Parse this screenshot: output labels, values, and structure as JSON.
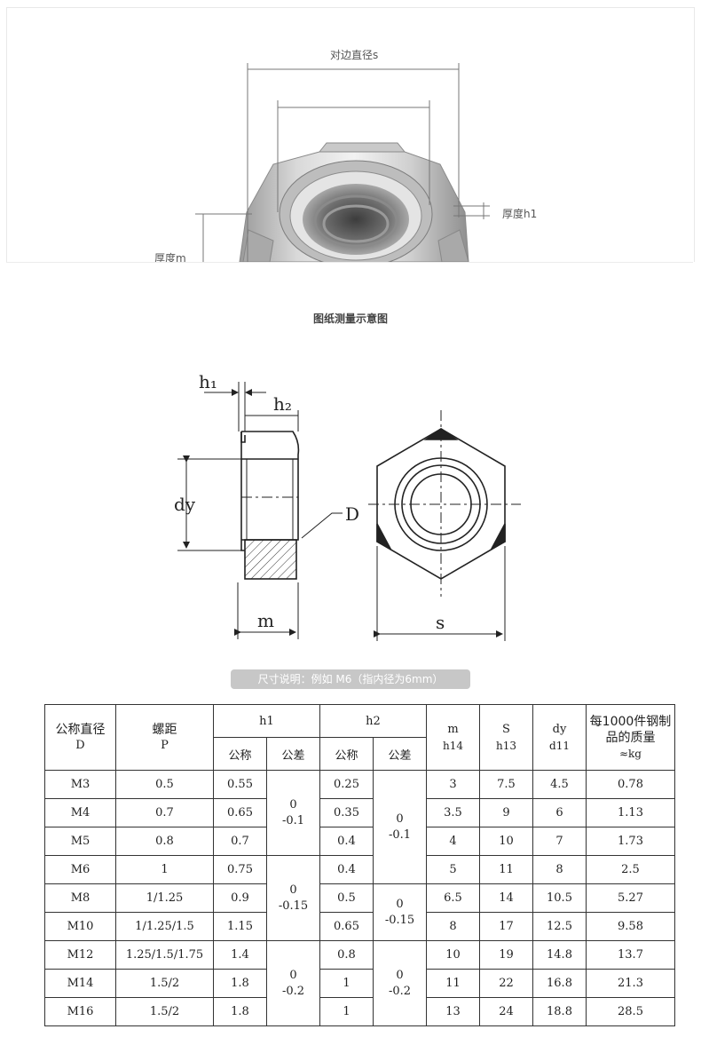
{
  "photo": {
    "label_s": "对边直径s",
    "label_h1": "厚度h1",
    "label_m": "厚度m"
  },
  "drawing_caption": "图纸测量示意图",
  "drawing_labels": {
    "h1": "h₁",
    "h2": "h₂",
    "dy": "dy",
    "D": "D",
    "m": "m",
    "s": "s"
  },
  "size_note": "尺寸说明：例如 M6（指内径为6mm）",
  "table": {
    "header": {
      "d_cn": "公称直径",
      "d": "D",
      "p_cn": "螺距",
      "p": "P",
      "h1": "h1",
      "h2": "h2",
      "nominal": "公称",
      "tolerance": "公差",
      "m": "m",
      "m_tol": "h14",
      "s": "S",
      "s_tol": "h13",
      "dy": "dy",
      "dy_tol": "d11",
      "mass_l1": "每1000件钢制",
      "mass_l2": "品的质量",
      "mass_l3": "≈kg"
    },
    "rows": [
      {
        "d": "M3",
        "p": "0.5",
        "h1": "0.55",
        "h2": "0.25",
        "m": "3",
        "s": "7.5",
        "dy": "4.5",
        "mass": "0.78"
      },
      {
        "d": "M4",
        "p": "0.7",
        "h1": "0.65",
        "h2": "0.35",
        "m": "3.5",
        "s": "9",
        "dy": "6",
        "mass": "1.13"
      },
      {
        "d": "M5",
        "p": "0.8",
        "h1": "0.7",
        "h2": "0.4",
        "m": "4",
        "s": "10",
        "dy": "7",
        "mass": "1.73"
      },
      {
        "d": "M6",
        "p": "1",
        "h1": "0.75",
        "h2": "0.4",
        "m": "5",
        "s": "11",
        "dy": "8",
        "mass": "2.5"
      },
      {
        "d": "M8",
        "p": "1/1.25",
        "h1": "0.9",
        "h2": "0.5",
        "m": "6.5",
        "s": "14",
        "dy": "10.5",
        "mass": "5.27"
      },
      {
        "d": "M10",
        "p": "1/1.25/1.5",
        "h1": "1.15",
        "h2": "0.65",
        "m": "8",
        "s": "17",
        "dy": "12.5",
        "mass": "9.58"
      },
      {
        "d": "M12",
        "p": "1.25/1.5/1.75",
        "h1": "1.4",
        "h2": "0.8",
        "m": "10",
        "s": "19",
        "dy": "14.8",
        "mass": "13.7"
      },
      {
        "d": "M14",
        "p": "1.5/2",
        "h1": "1.8",
        "h2": "1",
        "m": "11",
        "s": "22",
        "dy": "16.8",
        "mass": "21.3"
      },
      {
        "d": "M16",
        "p": "1.5/2",
        "h1": "1.8",
        "h2": "1",
        "m": "13",
        "s": "24",
        "dy": "18.8",
        "mass": "28.5"
      }
    ],
    "h1_tol": [
      {
        "zero": "0",
        "val": "-0.1"
      },
      {
        "zero": "0",
        "val": "-0.15"
      },
      {
        "zero": "0",
        "val": "-0.2"
      }
    ],
    "h2_tol": [
      {
        "zero": "0",
        "val": "-0.1"
      },
      {
        "zero": "0",
        "val": "-0.15"
      },
      {
        "zero": "0",
        "val": "-0.2"
      }
    ]
  }
}
